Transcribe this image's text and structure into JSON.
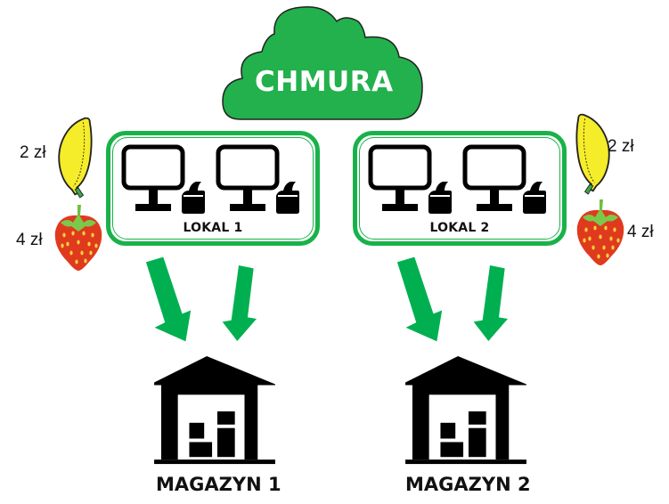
{
  "cloud": {
    "label": "CHMURA",
    "icon": "cloud-icon",
    "color": "#22b14c"
  },
  "colors": {
    "accent_green": "#19b24a",
    "arrow_green": "#00b050",
    "banana_yellow": "#f5ec2a",
    "strawberry_red": "#e03a1e",
    "icon_black": "#000000"
  },
  "locations": [
    {
      "label": "LOKAL 1",
      "devices": [
        "computer-with-printer",
        "computer-with-printer"
      ],
      "prices": [
        {
          "item": "banana",
          "icon": "banana-icon",
          "price": "2 zł"
        },
        {
          "item": "strawberry",
          "icon": "strawberry-icon",
          "price": "4 zł"
        }
      ]
    },
    {
      "label": "LOKAL 2",
      "devices": [
        "computer-with-printer",
        "computer-with-printer"
      ],
      "prices": [
        {
          "item": "banana",
          "icon": "banana-icon",
          "price": "2 zł"
        },
        {
          "item": "strawberry",
          "icon": "strawberry-icon",
          "price": "4 zł"
        }
      ]
    }
  ],
  "warehouses": [
    {
      "label": "MAGAZYN 1",
      "icon": "warehouse-icon"
    },
    {
      "label": "MAGAZYN 2",
      "icon": "warehouse-icon"
    }
  ]
}
